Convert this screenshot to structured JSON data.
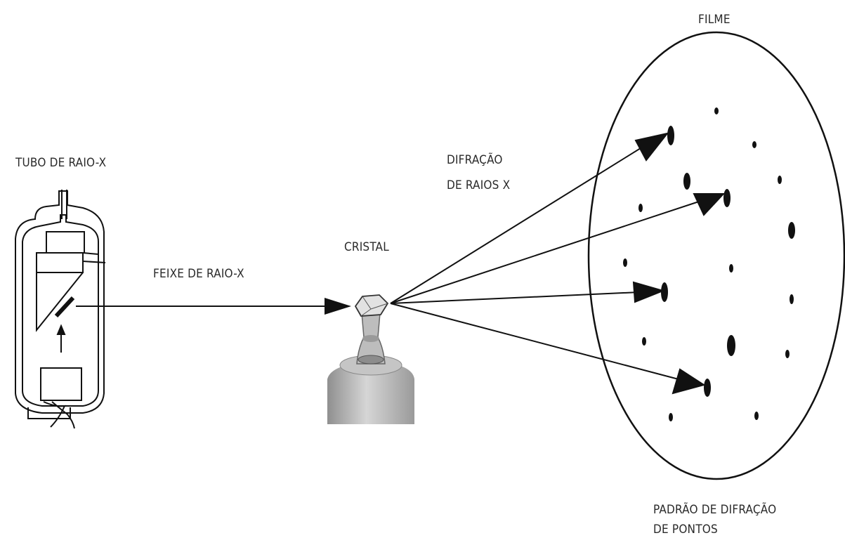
{
  "diagram": {
    "labels": {
      "tube": "TUBO DE RAIO-X",
      "beam": "FEIXE DE RAIO-X",
      "crystal": "CRISTAL",
      "diffraction_line1": "DIFRAÇÃO",
      "diffraction_line2": "DE RAIOS X",
      "film": "FILME",
      "pattern_line1": "PADRÃO DE DIFRAÇÃO",
      "pattern_line2": "DE PONTOS"
    },
    "colors": {
      "ink": "#111111",
      "label": "#2a2a2a",
      "crystal_body": "#b9b9b9",
      "crystal_highlight": "#e2e2e2"
    },
    "icons": {
      "tube": "xray-tube-icon",
      "crystal": "crystal-mount-icon"
    }
  }
}
